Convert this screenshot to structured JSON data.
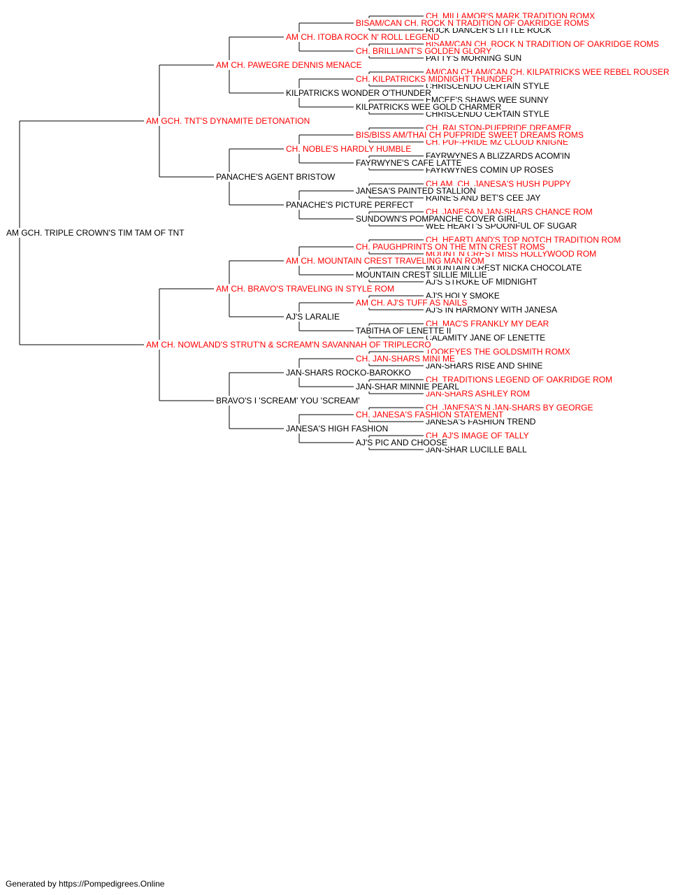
{
  "colors": {
    "champion": "#ff0000",
    "normal": "#000000",
    "line": "#000000"
  },
  "pedigree": {
    "name": "AM GCH. TRIPLE CROWN'S TIM TAM OF TNT",
    "champion": false,
    "sire": {
      "name": "AM GCH. TNT'S DYNAMITE DETONATION",
      "champion": true,
      "sire": {
        "name": "AM CH. PAWEGRE DENNIS MENACE",
        "champion": true,
        "sire": {
          "name": "AM CH. ITOBA ROCK N' ROLL LEGEND",
          "champion": true,
          "sire": {
            "name": "BISAM/CAN CH. ROCK N TRADITION OF OAKRIDGE ROMS",
            "champion": true,
            "sire": {
              "name": "CH. MILLAMOR'S MARK TRADITION ROMX",
              "champion": true
            },
            "dam": {
              "name": "ROCK DANCER'S LITTLE ROCK",
              "champion": false
            }
          },
          "dam": {
            "name": "CH. BRILLIANT'S GOLDEN GLORY",
            "champion": true,
            "sire": {
              "name": "BISAM/CAN CH. ROCK N TRADITION OF OAKRIDGE ROMS",
              "champion": true
            },
            "dam": {
              "name": "PATTY'S MORNING SUN",
              "champion": false
            }
          }
        },
        "dam": {
          "name": "KILPATRICKS WONDER O'THUNDER",
          "champion": false,
          "sire": {
            "name": "CH. KILPATRICKS MIDNIGHT THUNDER",
            "champion": true,
            "sire": {
              "name": "AM/CAN CH.AM/CAN CH. KILPATRICKS WEE REBEL ROUSER",
              "champion": true
            },
            "dam": {
              "name": "CHRISCENDO CERTAIN STYLE",
              "champion": false
            }
          },
          "dam": {
            "name": "KILPATRICKS WEE GOLD CHARMER",
            "champion": false,
            "sire": {
              "name": "EMCEE'S SHAWS WEE SUNNY",
              "champion": false
            },
            "dam": {
              "name": "CHRISCENDO CERTAIN STYLE",
              "champion": false
            }
          }
        }
      },
      "dam": {
        "name": "PANACHE'S AGENT BRISTOW",
        "champion": false,
        "sire": {
          "name": "CH. NOBLE'S HARDLY HUMBLE",
          "champion": true,
          "sire": {
            "name": "BIS/BISS AM/THAI CH PUFPRIDE SWEET DREAMS ROMS",
            "champion": true,
            "sire": {
              "name": "CH. RALSTON-PUFPRIDE DREAMER",
              "champion": true
            },
            "dam": {
              "name": "CH. PUF-PRIDE MZ CLOUD KNIGNE",
              "champion": true
            }
          },
          "dam": {
            "name": "FAYRWYNE'S CAFE LATTE",
            "champion": false,
            "sire": {
              "name": "FAYRWYNES A BLIZZARDS ACOM'IN",
              "champion": false
            },
            "dam": {
              "name": "FAYRWYNES COMIN UP ROSES",
              "champion": false
            }
          }
        },
        "dam": {
          "name": "PANACHE'S PICTURE PERFECT",
          "champion": false,
          "sire": {
            "name": "JANESA'S PAINTED STALLION",
            "champion": false,
            "sire": {
              "name": "CH.AM. CH. JANESA'S HUSH PUPPY",
              "champion": true
            },
            "dam": {
              "name": "RAINE'S AND BET'S CEE JAY",
              "champion": false
            }
          },
          "dam": {
            "name": "SUNDOWN'S POMPANCHE COVER GIRL",
            "champion": false,
            "sire": {
              "name": "CH. JANESA N JAN-SHARS CHANCE ROM",
              "champion": true
            },
            "dam": {
              "name": "WEE HEART'S SPOONFUL OF SUGAR",
              "champion": false
            }
          }
        }
      }
    },
    "dam": {
      "name": "AM CH. NOWLAND'S STRUT'N & SCREAM'N SAVANNAH OF TRIPLECRO",
      "champion": true,
      "sire": {
        "name": "AM CH. BRAVO'S TRAVELING IN STYLE ROM",
        "champion": true,
        "sire": {
          "name": "AM CH. MOUNTAIN CREST TRAVELING MAN ROM",
          "champion": true,
          "sire": {
            "name": "CH. PAUGHPRINTS ON THE MTN CREST ROMS",
            "champion": true,
            "sire": {
              "name": "CH. HEARTLAND'S TOP NOTCH TRADITION ROM",
              "champion": true
            },
            "dam": {
              "name": "MOUNT N CREST MISS HOLLYWOOD ROM",
              "champion": true
            }
          },
          "dam": {
            "name": "MOUNTAIN CREST SILLIE MILLIE",
            "champion": false,
            "sire": {
              "name": "MOUNTAIN CREST NICKA CHOCOLATE",
              "champion": false
            },
            "dam": {
              "name": "AJ'S STROKE OF MIDNIGHT",
              "champion": false
            }
          }
        },
        "dam": {
          "name": "AJ'S LARALIE",
          "champion": false,
          "sire": {
            "name": "AM CH. AJ'S TUFF AS NAILS",
            "champion": true,
            "sire": {
              "name": "AJ'S HOLY SMOKE",
              "champion": false
            },
            "dam": {
              "name": "AJ'S IN HARMONY WITH JANESA",
              "champion": false
            }
          },
          "dam": {
            "name": "TABITHA OF LENETTE II",
            "champion": false,
            "sire": {
              "name": "CH. MAC'S FRANKLY MY DEAR",
              "champion": true
            },
            "dam": {
              "name": "CALAMITY JANE OF LENETTE",
              "champion": false
            }
          }
        }
      },
      "dam": {
        "name": "BRAVO'S I 'SCREAM' YOU 'SCREAM'",
        "champion": false,
        "sire": {
          "name": "JAN-SHARS ROCKO-BAROKKO",
          "champion": false,
          "sire": {
            "name": "CH. JAN-SHARS MINI ME",
            "champion": true,
            "sire": {
              "name": "TOOKEYES THE GOLDSMITH ROMX",
              "champion": true
            },
            "dam": {
              "name": "JAN-SHARS RISE AND SHINE",
              "champion": false
            }
          },
          "dam": {
            "name": "JAN-SHAR MINNIE PEARL",
            "champion": false,
            "sire": {
              "name": "CH. TRADITIONS LEGEND OF OAKRIDGE ROM",
              "champion": true
            },
            "dam": {
              "name": "JAN-SHARS ASHLEY ROM",
              "champion": true
            }
          }
        },
        "dam": {
          "name": "JANESA'S HIGH FASHION",
          "champion": false,
          "sire": {
            "name": "CH. JANESA'S FASHION STATEMENT",
            "champion": true,
            "sire": {
              "name": "CH. JANESA'S N JAN-SHARS BY GEORGE",
              "champion": true
            },
            "dam": {
              "name": "JANESA'S FASHION TREND",
              "champion": false
            }
          },
          "dam": {
            "name": "AJ'S PIC AND CHOOSE",
            "champion": false,
            "sire": {
              "name": "CH. AJ'S IMAGE OF TALLY",
              "champion": true
            },
            "dam": {
              "name": "JAN-SHAR LUCILLE BALL",
              "champion": false
            }
          }
        }
      }
    }
  },
  "footer": {
    "text": "Generated by https://Pompedigrees.Online"
  }
}
